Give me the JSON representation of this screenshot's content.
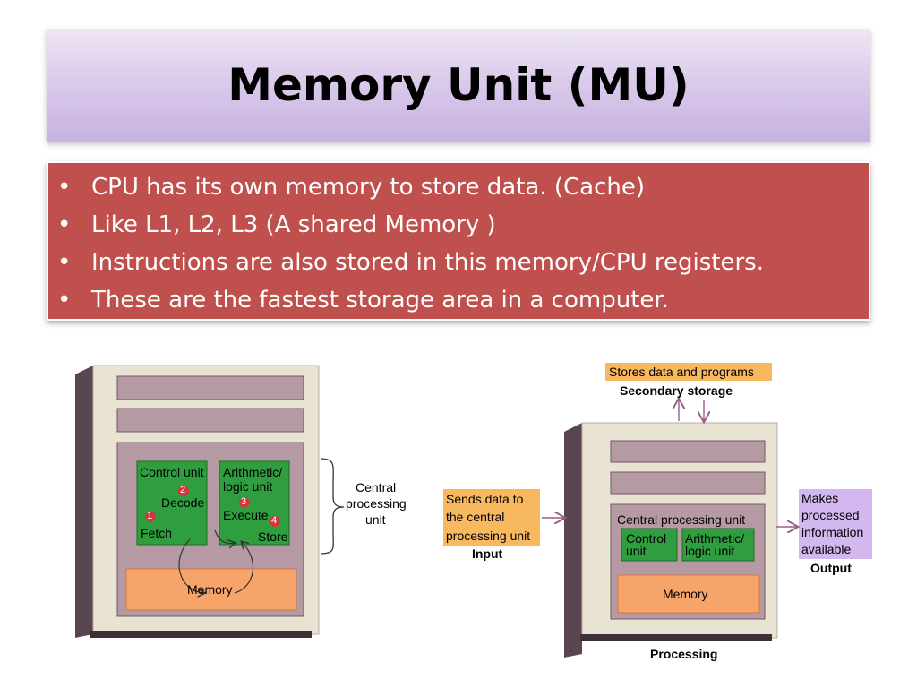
{
  "title": "Memory Unit (MU)",
  "bullets": [
    "CPU has its own memory to store data. (Cache)",
    "Like L1, L2, L3 (A shared Memory )",
    "Instructions are also stored in this memory/CPU registers.",
    "These are the fastest storage area in a computer."
  ],
  "left_diagram": {
    "control_unit": "Control unit",
    "alu_line1": "Arithmetic/",
    "alu_line2": "logic unit",
    "decode": "Decode",
    "fetch": "Fetch",
    "execute": "Execute",
    "store": "Store",
    "step1": "1",
    "step2": "2",
    "step3": "3",
    "step4": "4",
    "memory": "Memory",
    "cpu_label_line1": "Central",
    "cpu_label_line2": "processing",
    "cpu_label_line3": "unit"
  },
  "right_diagram": {
    "secondary_note": "Stores data and programs",
    "secondary_label": "Secondary storage",
    "input_note_line1": "Sends data to",
    "input_note_line2": "the central",
    "input_note_line3": "processing unit",
    "input_label": "Input",
    "cpu_title": "Central processing unit",
    "control_line1": "Control",
    "control_line2": "unit",
    "alu_line1": "Arithmetic/",
    "alu_line2": "logic unit",
    "memory": "Memory",
    "output_note_line1": "Makes",
    "output_note_line2": "processed",
    "output_note_line3": "information",
    "output_note_line4": "available",
    "output_label": "Output",
    "processing_label": "Processing"
  },
  "colors": {
    "title_bg": "#d9c9ea",
    "bullet_bg": "#c0504d",
    "green": "#2e9e3e",
    "orange": "#f7a46b",
    "mauve": "#b59aa3",
    "note_orange": "#f8b860",
    "note_purple": "#d3b8f0"
  }
}
